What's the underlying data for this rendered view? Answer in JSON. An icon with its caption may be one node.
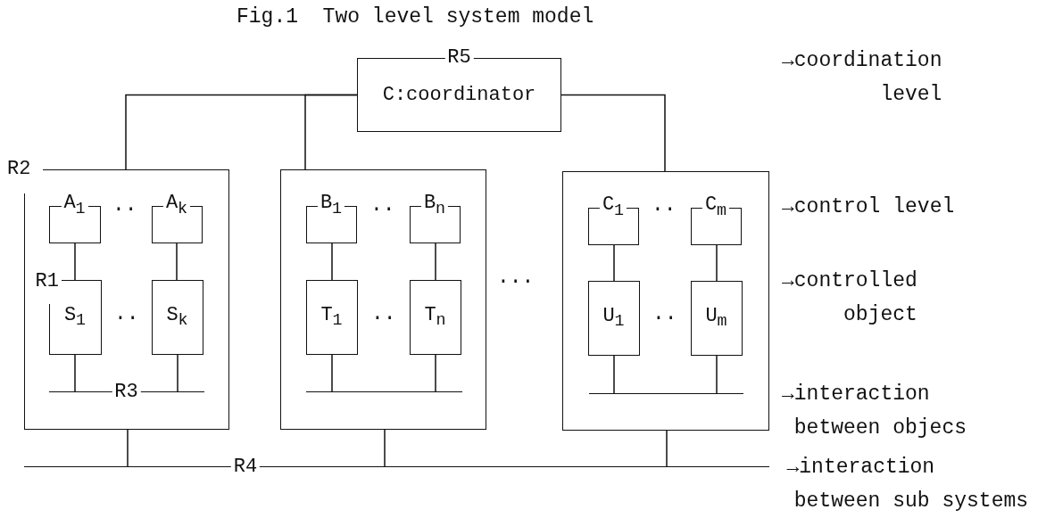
{
  "diagram": {
    "title": "Fig.1  Two level system model",
    "nodes": [
      {
        "text": [
          "R5",
          "C:coordinator"
        ]
      },
      {
        "text": [
          "R2"
        ]
      },
      {
        "text": [
          "A$_{1}$"
        ],
        "in": 1
      },
      {
        "text": [
          "A$_{k}$"
        ],
        "in": 1
      },
      {
        "text": [
          "R1",
          "S$_{1}$"
        ],
        "in": 1
      },
      {
        "text": [
          "S$_{k}$"
        ],
        "in": 1
      },
      {
        "text": [
          "R3"
        ],
        "in": 1
      },
      {
        "text": [],
        "shape": "box"
      },
      {
        "text": [
          "B$_{1}$"
        ],
        "in": 7
      },
      {
        "text": [
          "B$_{n}$"
        ],
        "in": 7
      },
      {
        "text": [
          "T$_{1}$"
        ],
        "in": 7
      },
      {
        "text": [
          "T$_{n}$"
        ],
        "in": 7
      },
      {
        "text": [],
        "shape": "bar",
        "in": 7
      },
      {
        "text": [],
        "shape": "box"
      },
      {
        "text": [
          "C$_{1}$"
        ],
        "in": 13
      },
      {
        "text": [
          "C$_{m}$"
        ],
        "in": 13
      },
      {
        "text": [
          "U$_{1}$"
        ],
        "in": 13
      },
      {
        "text": [
          "U$_{m}$"
        ],
        "in": 13
      },
      {
        "text": [],
        "shape": "bar",
        "in": 13
      },
      {
        "text": [
          "R4"
        ]
      }
    ],
    "edges": [
      {
        "from": 0,
        "to": 1,
        "arrow": "none"
      },
      {
        "from": 0,
        "to": 7,
        "arrow": "none"
      },
      {
        "from": 0,
        "to": 13,
        "arrow": "none"
      },
      {
        "from": 2,
        "to": 4,
        "arrow": "none"
      },
      {
        "from": 3,
        "to": 5,
        "arrow": "none"
      },
      {
        "from": 4,
        "to": 6,
        "arrow": "none"
      },
      {
        "from": 5,
        "to": 6,
        "arrow": "none"
      },
      {
        "from": 8,
        "to": 10,
        "arrow": "none"
      },
      {
        "from": 9,
        "to": 11,
        "arrow": "none"
      },
      {
        "from": 10,
        "to": 12,
        "arrow": "none"
      },
      {
        "from": 11,
        "to": 12,
        "arrow": "none"
      },
      {
        "from": 14,
        "to": 16,
        "arrow": "none"
      },
      {
        "from": 15,
        "to": 17,
        "arrow": "none"
      },
      {
        "from": 16,
        "to": 18,
        "arrow": "none"
      },
      {
        "from": 17,
        "to": 18,
        "arrow": "none"
      },
      {
        "from": 1,
        "to": 19,
        "arrow": "none"
      },
      {
        "from": 7,
        "to": 19,
        "arrow": "none"
      },
      {
        "from": 13,
        "to": 19,
        "arrow": "none"
      }
    ],
    "labels": [
      "→coordination level",
      "··",
      "··",
      "··",
      "→control level",
      "···",
      "→controlled object",
      "··",
      "··",
      "··",
      "→interaction between objecs",
      "→interaction between sub systems"
    ]
  }
}
